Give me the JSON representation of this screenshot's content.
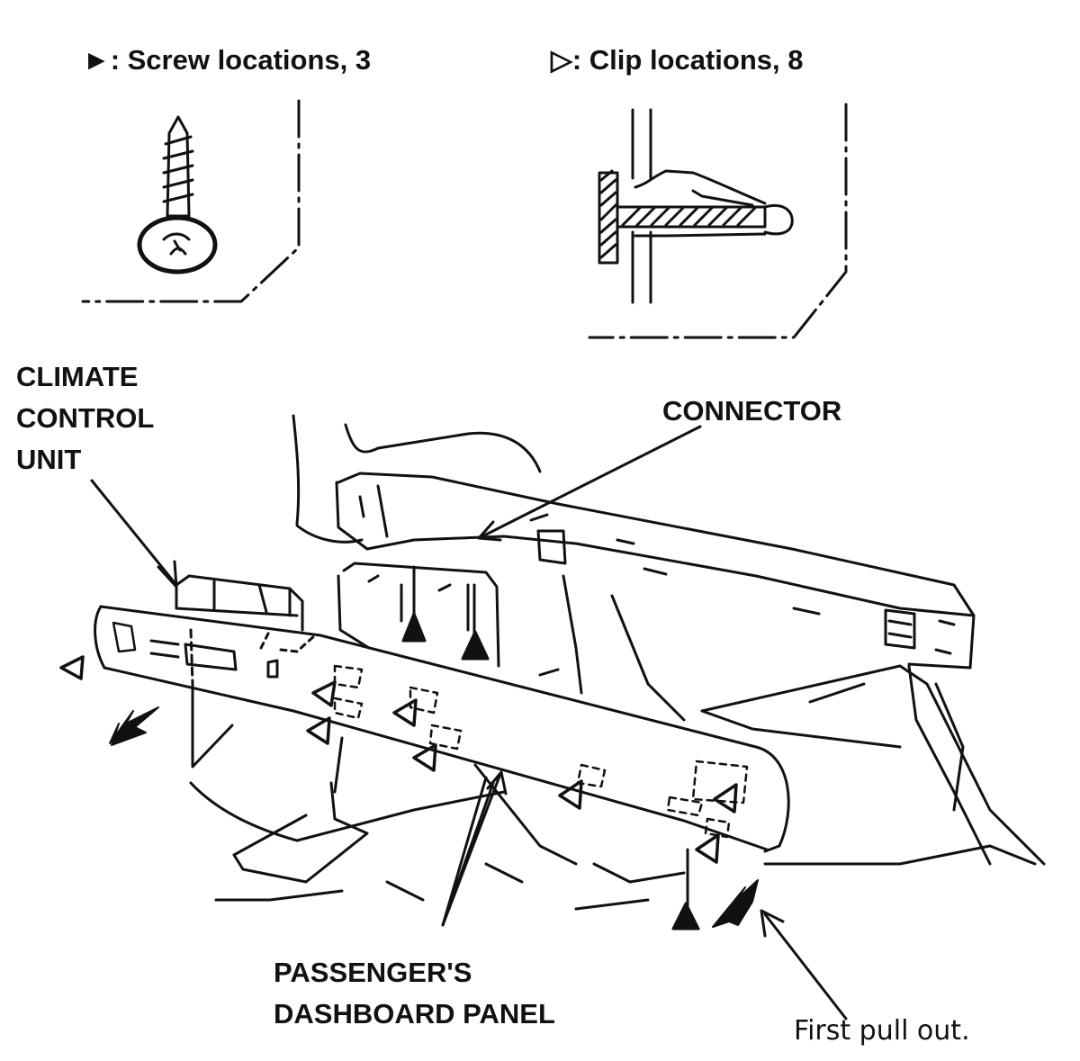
{
  "legend": {
    "screw": {
      "symbol": "►",
      "text": ": Screw locations, 3"
    },
    "clip": {
      "symbol": "▷",
      "text": ": Clip locations, 8"
    }
  },
  "labels": {
    "climate_control_unit": [
      "CLIMATE",
      "CONTROL",
      "UNIT"
    ],
    "connector": "CONNECTOR",
    "passengers_dashboard_panel": [
      "PASSENGER'S",
      "DASHBOARD PANEL"
    ],
    "first_pull_out": "First pull out."
  },
  "colors": {
    "ink": "#111111",
    "background": "#ffffff"
  }
}
